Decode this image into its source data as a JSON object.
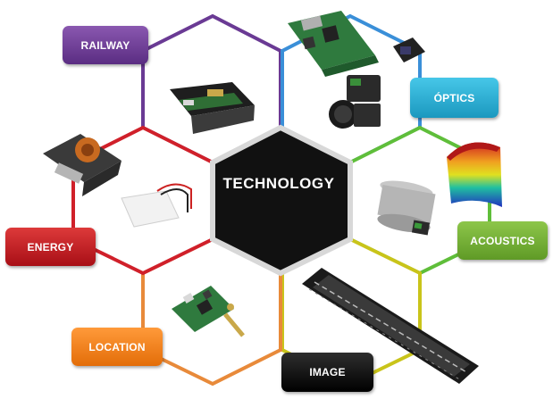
{
  "center": {
    "title": "TECHNOLOGY"
  },
  "labels": {
    "railway": "RAILWAY",
    "optics": "ÓPTICS",
    "acoustics": "ACOUSTICS",
    "image": "IMAGE",
    "location": "LOCATION",
    "energy": "ENERGY"
  },
  "colors": {
    "railway": "#6a3a94",
    "optics": "#3aa6d8",
    "acoustics": "#5fbe3a",
    "image": "#c9c41a",
    "location": "#e88a3a",
    "energy": "#d0202a",
    "center": "#111111"
  },
  "icons": {
    "railway": "card-reader-module-icon",
    "optics": "pci-capture-card-camera-sensor-icon",
    "acoustics": "ultrasonic-transducer-heatmap-icon",
    "image": "image-sensor-array-strip-icon",
    "location": "gps-board-antenna-icon",
    "energy": "relay-peltier-module-icon"
  }
}
